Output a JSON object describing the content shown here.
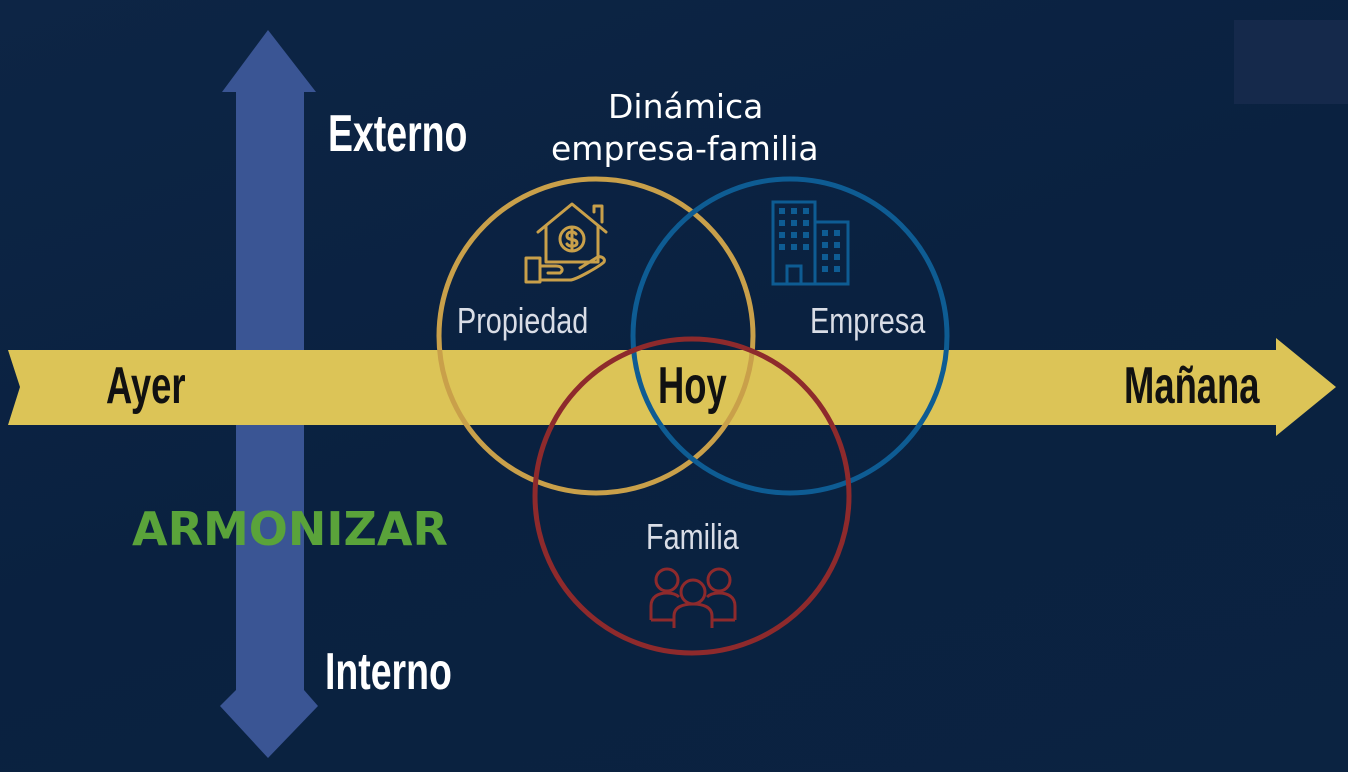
{
  "title": {
    "line1": "Dinámica",
    "line2": "empresa-familia"
  },
  "vertical_axis": {
    "top_label": "Externo",
    "bottom_label": "Interno"
  },
  "horizontal_axis": {
    "left_label": "Ayer",
    "center_label": "Hoy",
    "right_label": "Mañana"
  },
  "side_label": "ARMONIZAR",
  "circles": [
    {
      "label": "Propiedad",
      "icon": "house-dollar-hand-icon",
      "color": "#c9a04a"
    },
    {
      "label": "Empresa",
      "icon": "office-buildings-icon",
      "color": "#0e5c93"
    },
    {
      "label": "Familia",
      "icon": "family-group-icon",
      "color": "#8e2a2c"
    }
  ],
  "colors": {
    "background": "#0b2341",
    "timeline_arrow": "#dcc457",
    "vertical_arrow": "#3a5594",
    "armonizar": "#5aa33a",
    "text_light": "#ffffff",
    "text_muted": "#d9dde6",
    "text_dark": "#111111"
  }
}
